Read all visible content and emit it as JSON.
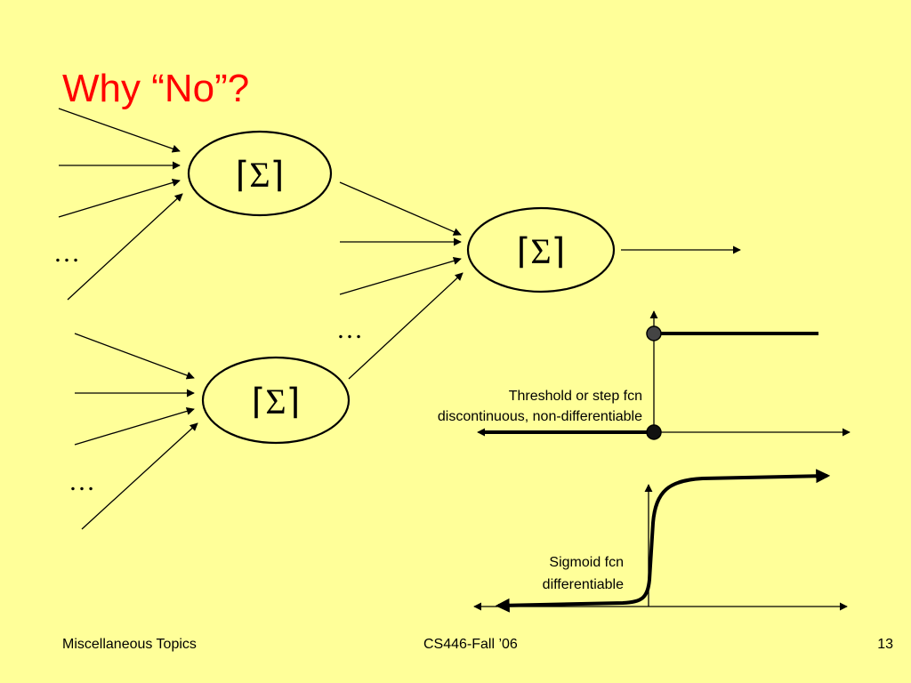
{
  "slide": {
    "title": "Why “No”?",
    "footer": {
      "left": "Miscellaneous Topics",
      "center": "CS446-Fall ’06",
      "page": "13"
    }
  },
  "diagram": {
    "node_symbol": "⌈Σ⌉",
    "ellipsis": "…",
    "threshold_caption": [
      "Threshold or step fcn",
      "discontinuous, non-differentiable"
    ],
    "sigmoid_caption": [
      "Sigmoid fcn",
      "differentiable"
    ]
  },
  "colors": {
    "background": "#ffff99",
    "title": "#ff0000",
    "ink": "#000000"
  }
}
